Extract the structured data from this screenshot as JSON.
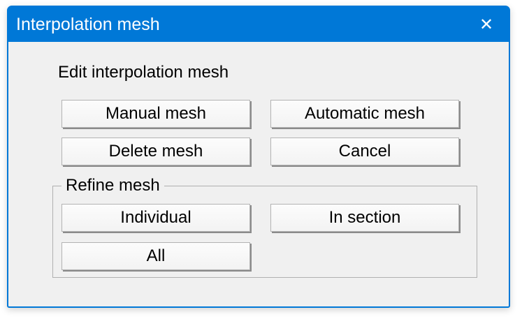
{
  "window": {
    "title": "Interpolation mesh",
    "close_icon": "✕"
  },
  "content": {
    "section_label": "Edit interpolation mesh",
    "buttons": {
      "manual": "Manual mesh",
      "automatic": "Automatic mesh",
      "delete": "Delete mesh",
      "cancel": "Cancel"
    },
    "refine_group": {
      "label": "Refine mesh",
      "buttons": {
        "individual": "Individual",
        "in_section": "In section",
        "all": "All"
      }
    }
  },
  "colors": {
    "titlebar": "#0078D7",
    "title_text": "#FFFFFF",
    "dialog_background": "#F0F0F0",
    "button_face": "#F6F6F6",
    "button_border": "#B3B3B3",
    "button_shadow": "#8A8A8A",
    "group_border": "#B0B0B0",
    "text": "#000000"
  }
}
